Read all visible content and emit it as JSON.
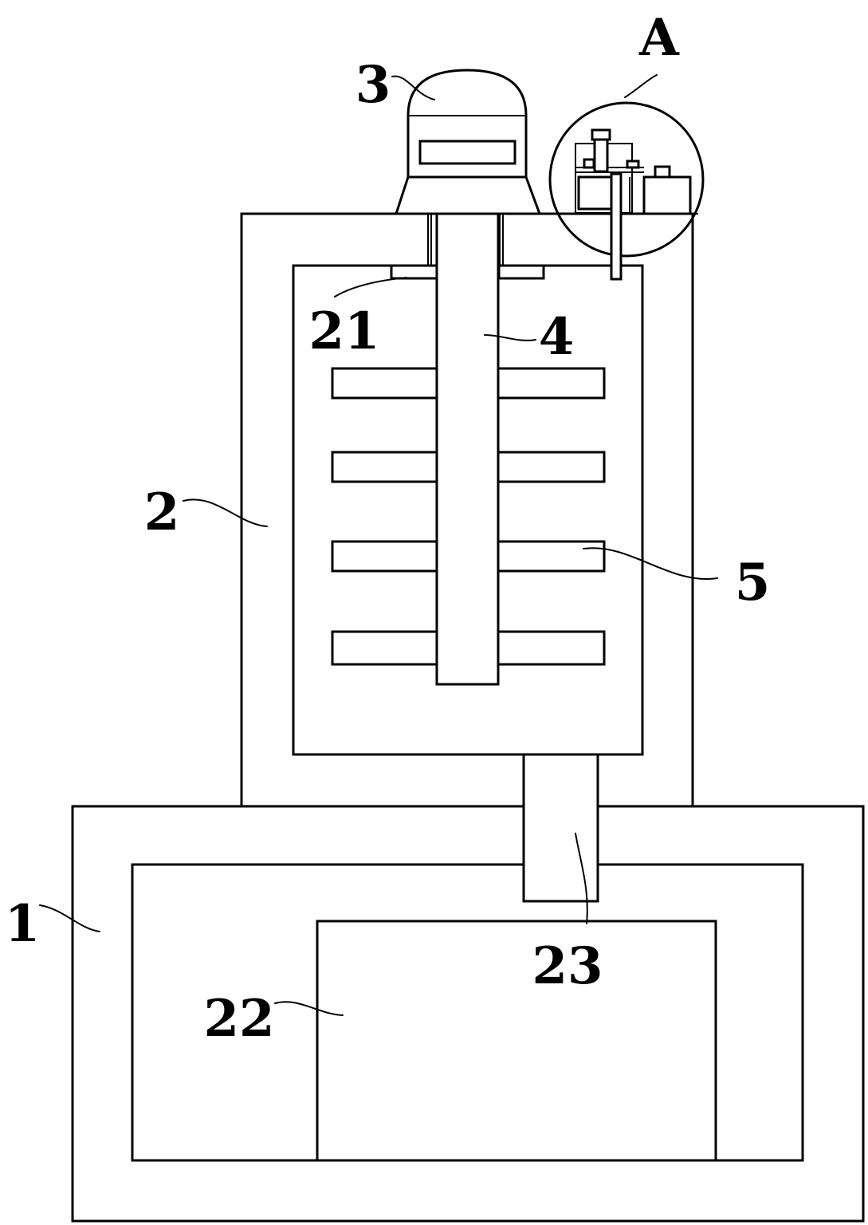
{
  "labels": {
    "part_1": "1",
    "part_2": "2",
    "part_3": "3",
    "part_4": "4",
    "part_5": "5",
    "part_21": "21",
    "part_22": "22",
    "part_23": "23",
    "detail_a": "A"
  },
  "colors": {
    "line": "#000000",
    "background": "#ffffff"
  }
}
